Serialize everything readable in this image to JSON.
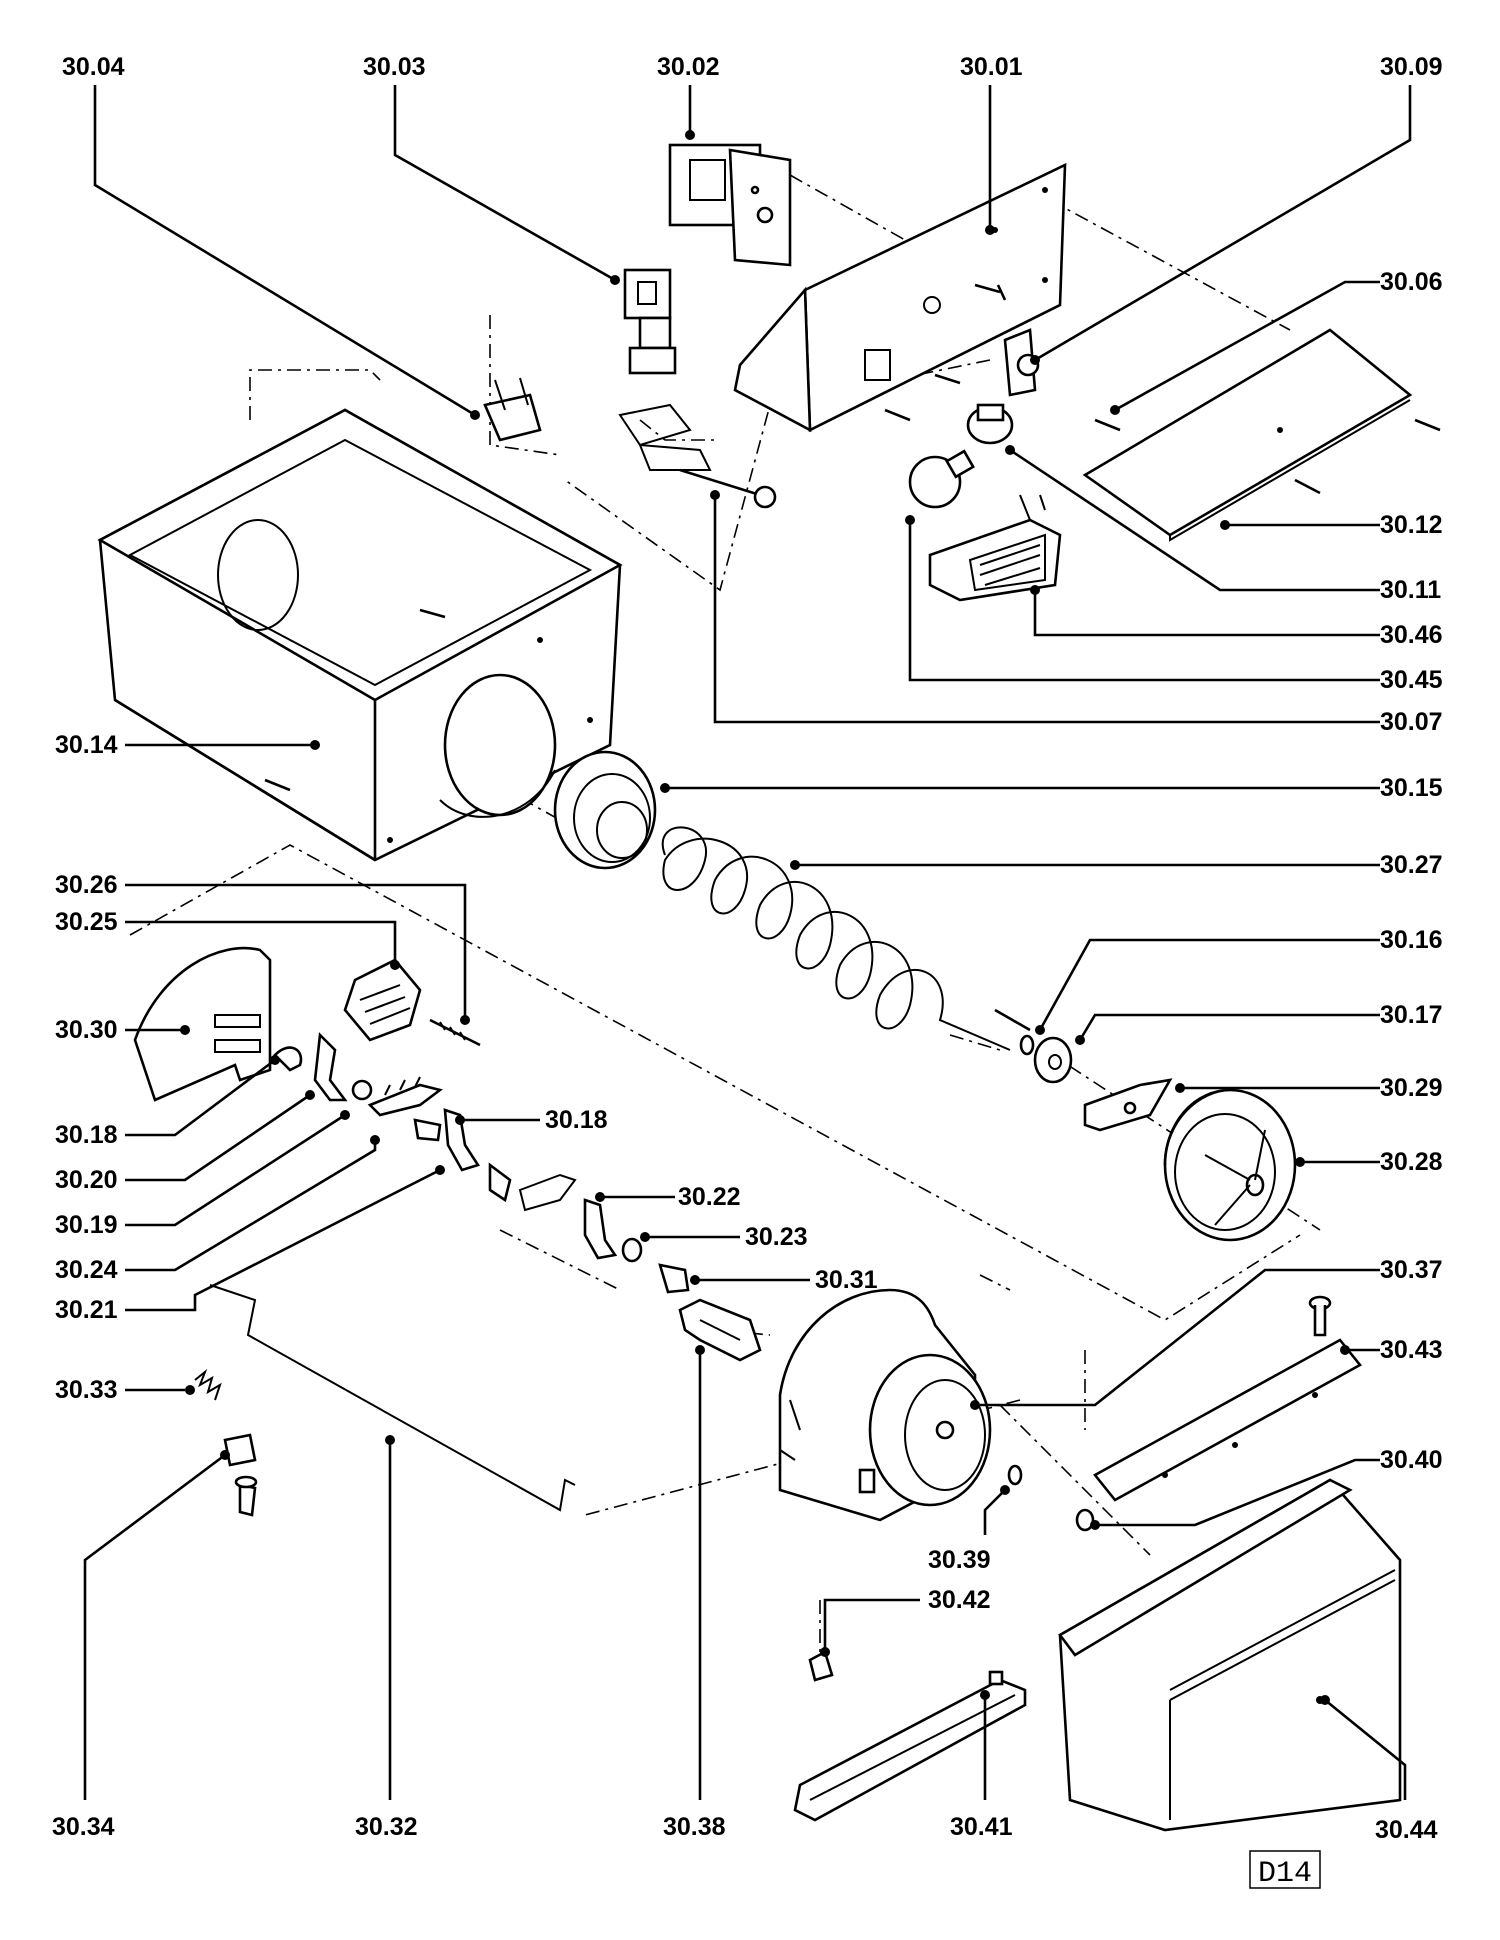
{
  "labels": {
    "p3001": "30.01",
    "p3002": "30.02",
    "p3003": "30.03",
    "p3004": "30.04",
    "p3006": "30.06",
    "p3007": "30.07",
    "p3009": "30.09",
    "p3011": "30.11",
    "p3012": "30.12",
    "p3014": "30.14",
    "p3015": "30.15",
    "p3016": "30.16",
    "p3017": "30.17",
    "p3018a": "30.18",
    "p3018b": "30.18",
    "p3019": "30.19",
    "p3020": "30.20",
    "p3021": "30.21",
    "p3022": "30.22",
    "p3023": "30.23",
    "p3024": "30.24",
    "p3025": "30.25",
    "p3026": "30.26",
    "p3027": "30.27",
    "p3028": "30.28",
    "p3029": "30.29",
    "p3030": "30.30",
    "p3031": "30.31",
    "p3032": "30.32",
    "p3033": "30.33",
    "p3034": "30.34",
    "p3037": "30.37",
    "p3038": "30.38",
    "p3039": "30.39",
    "p3040": "30.40",
    "p3041": "30.41",
    "p3042": "30.42",
    "p3043": "30.43",
    "p3044": "30.44",
    "p3045": "30.45",
    "p3046": "30.46"
  },
  "page_code": "D14"
}
